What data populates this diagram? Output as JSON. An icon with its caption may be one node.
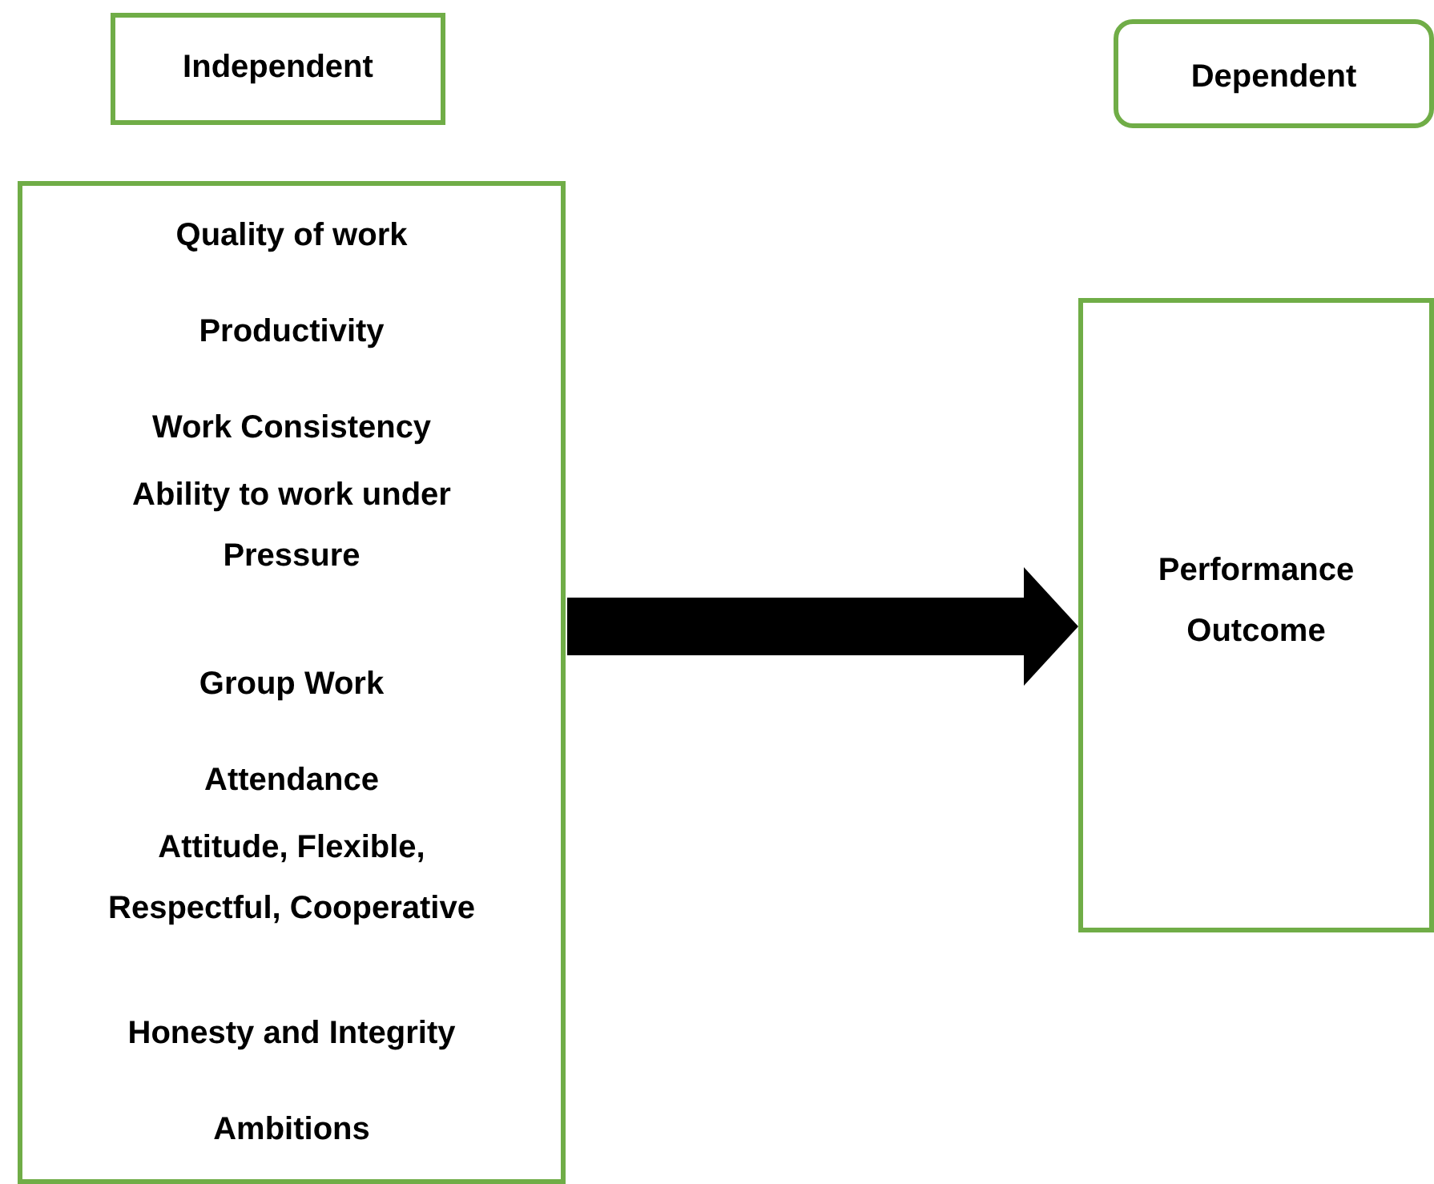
{
  "diagram": {
    "nodes": [
      {
        "text": [
          "Independent"
        ]
      },
      {
        "text": [
          "Dependent"
        ]
      },
      {
        "text": [
          "Quality of work",
          "Productivity",
          "Work Consistency",
          "Ability to work under Pressure",
          "Group Work",
          "Attendance",
          "Attitude, Flexible, Respectful, Cooperative",
          "Honesty and Integrity",
          "Ambitions"
        ]
      },
      {
        "text": [
          "Performance Outcome"
        ]
      }
    ],
    "edges": [
      {
        "from": 2,
        "to": 3,
        "arrow": "to"
      }
    ]
  }
}
